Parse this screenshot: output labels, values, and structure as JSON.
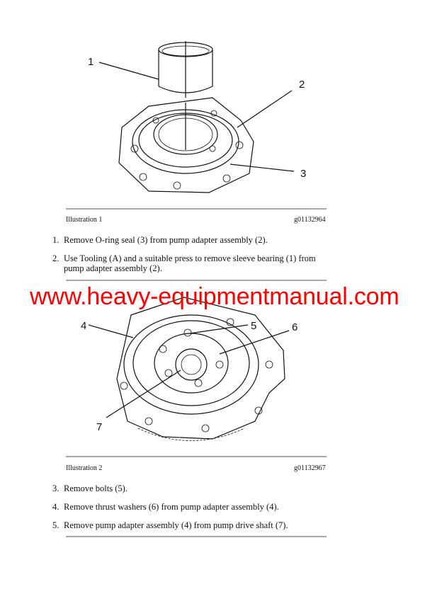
{
  "illustration1": {
    "caption": "Illustration 1",
    "code": "g01132964",
    "callouts": [
      "1",
      "2",
      "3"
    ]
  },
  "steps1": [
    {
      "num": "1.",
      "text": "Remove O-ring seal (3) from pump adapter assembly (2)."
    },
    {
      "num": "2.",
      "text": "Use Tooling (A) and a suitable press to remove sleeve bearing (1) from pump adapter assembly (2)."
    }
  ],
  "watermark": "www.heavy-equipmentmanual.com",
  "illustration2": {
    "caption": "Illustration 2",
    "code": "g01132967",
    "callouts": [
      "4",
      "5",
      "6",
      "7"
    ]
  },
  "steps2": [
    {
      "num": "3.",
      "text": "Remove bolts (5)."
    },
    {
      "num": "4.",
      "text": "Remove thrust washers (6) from pump adapter assembly (4)."
    },
    {
      "num": "5.",
      "text": "Remove pump adapter assembly (4) from pump drive shaft (7)."
    }
  ],
  "colors": {
    "watermark": "#ff0000",
    "rule": "#a8a8a8"
  }
}
